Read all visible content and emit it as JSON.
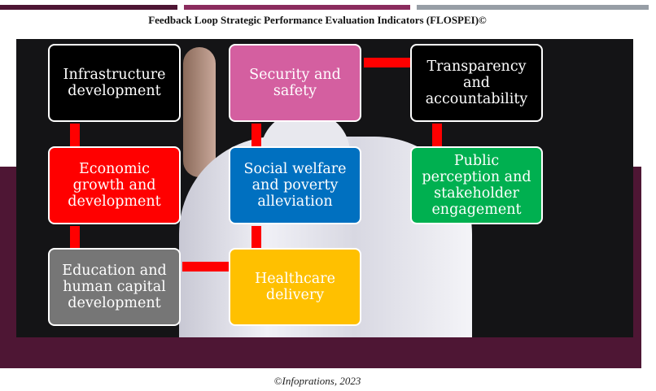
{
  "title": "Feedback Loop Strategic Performance Evaluation Indicators (FLOSPEI)©",
  "footer": "©Infoprations, 2023",
  "colors": {
    "maroon": "#4e1634",
    "plum": "#8b2c5e",
    "gray": "#979ea6"
  },
  "boxes": [
    {
      "label": "Infrastructure development",
      "color": "#000000"
    },
    {
      "label": "Security and safety",
      "color": "#d45fa0"
    },
    {
      "label": "Transparency and accountability",
      "color": "#000000"
    },
    {
      "label": "Economic growth and development",
      "color": "#ff0000"
    },
    {
      "label": "Social welfare and poverty alleviation",
      "color": "#0070c0"
    },
    {
      "label": "Public perception and stakeholder engagement",
      "color": "#00b050"
    },
    {
      "label": "Education and human capital development",
      "color": "#767676"
    },
    {
      "label": "Healthcare delivery",
      "color": "#ffc000"
    }
  ]
}
